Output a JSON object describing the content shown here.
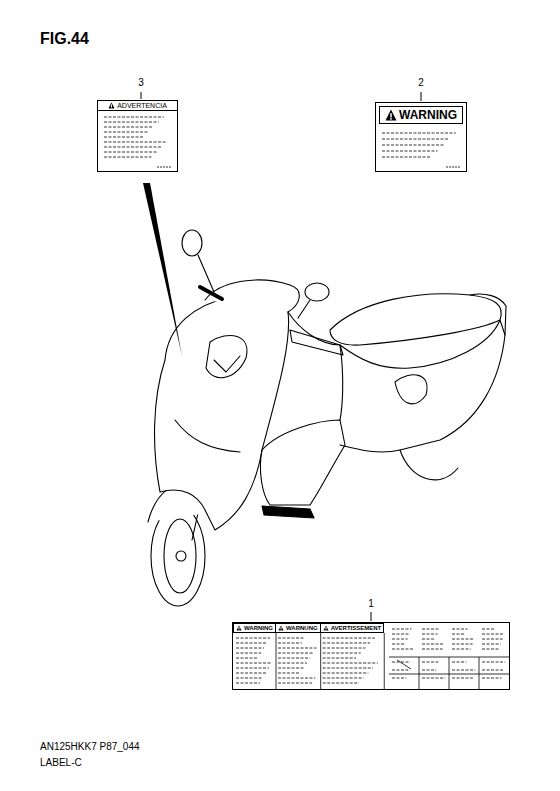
{
  "diagram": {
    "title": "FIG.44",
    "nodes": [
      {
        "text": [
          "ADVERTENCIA"
        ]
      },
      {
        "text": [
          "WARNING"
        ]
      },
      {
        "text": [
          "WARNING",
          "WARNUNG",
          "AVERTISSEMENT"
        ]
      }
    ],
    "labels": [
      "3",
      "2",
      "1",
      "AN125HKK7 P87_044",
      "LABEL-C"
    ]
  }
}
